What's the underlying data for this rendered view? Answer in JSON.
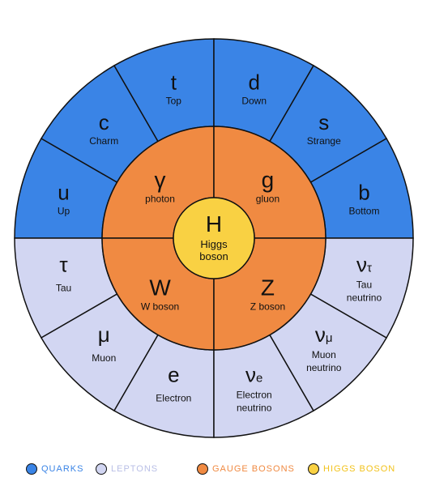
{
  "colors": {
    "quarks": "#3a84e6",
    "leptons": "#d2d6f2",
    "gauge_bosons": "#f08a42",
    "higgs_boson": "#f9d143",
    "stroke": "#111111"
  },
  "higgs": {
    "symbol": "H",
    "name_line1": "Higgs",
    "name_line2": "boson"
  },
  "gauge_bosons": [
    {
      "symbol": "γ",
      "name": "photon"
    },
    {
      "symbol": "g",
      "name": "gluon"
    },
    {
      "symbol": "W",
      "name": "W boson"
    },
    {
      "symbol": "Z",
      "name": "Z boson"
    }
  ],
  "quarks": [
    {
      "symbol": "u",
      "name": "Up"
    },
    {
      "symbol": "c",
      "name": "Charm"
    },
    {
      "symbol": "t",
      "name": "Top"
    },
    {
      "symbol": "d",
      "name": "Down"
    },
    {
      "symbol": "s",
      "name": "Strange"
    },
    {
      "symbol": "b",
      "name": "Bottom"
    }
  ],
  "leptons": [
    {
      "symbol": "τ",
      "name": "Tau"
    },
    {
      "symbol": "μ",
      "name": "Muon"
    },
    {
      "symbol": "e",
      "name": "Electron"
    },
    {
      "symbol": "ν",
      "subscript": "e",
      "name_line1": "Electron",
      "name_line2": "neutrino"
    },
    {
      "symbol": "ν",
      "subscript": "μ",
      "name_line1": "Muon",
      "name_line2": "neutrino"
    },
    {
      "symbol": "ν",
      "subscript": "τ",
      "name_line1": "Tau",
      "name_line2": "neutrino"
    }
  ],
  "legend": {
    "quarks": "QUARKS",
    "leptons": "LEPTONS",
    "gauge_bosons": "GAUGE BOSONS",
    "higgs_boson": "HIGGS BOSON"
  }
}
